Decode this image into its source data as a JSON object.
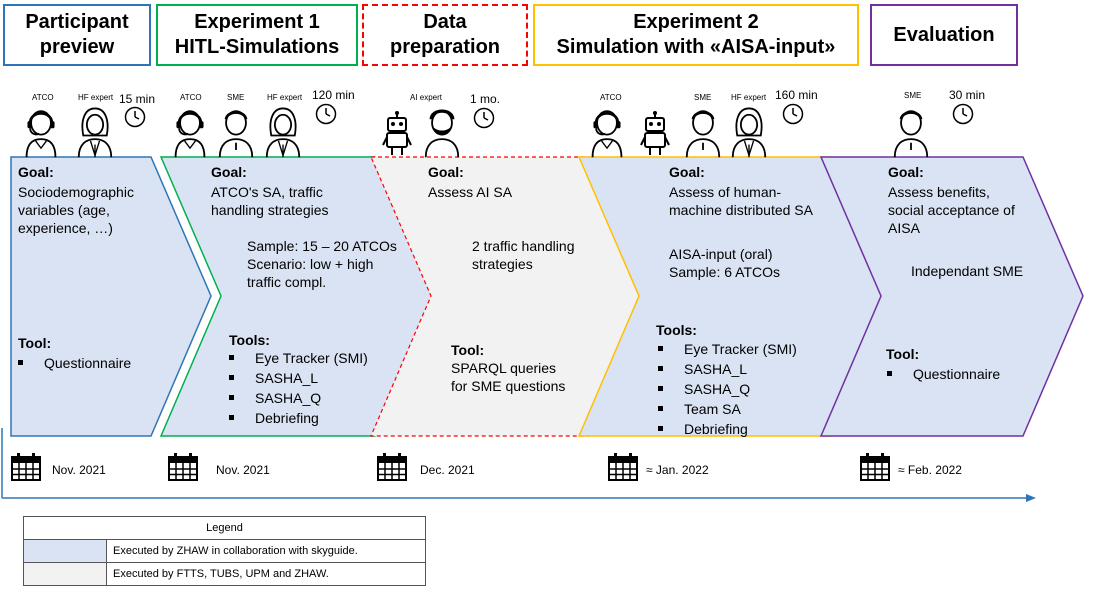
{
  "phases": [
    {
      "title": "Participant\npreview",
      "color": "#2e75b6"
    },
    {
      "title": "Experiment 1\nHITL-Simulations",
      "color": "#00b050"
    },
    {
      "title": "Data\npreparation",
      "color": "#ff0000"
    },
    {
      "title": "Experiment 2\nSimulation with «AISA-input»",
      "color": "#ffc000"
    },
    {
      "title": "Evaluation",
      "color": "#7030a0"
    }
  ],
  "roles": {
    "p1_atco": "ATCO",
    "p1_hf": "HF expert",
    "p1_dur": "15 min",
    "p2_atco": "ATCO",
    "p2_sme": "SME",
    "p2_hf": "HF expert",
    "p2_dur": "120 min",
    "p3_ai": "AI expert",
    "p3_dur": "1 mo.",
    "p4_atco": "ATCO",
    "p4_sme": "SME",
    "p4_hf": "HF expert",
    "p4_dur": "160 min",
    "p5_sme": "SME",
    "p5_dur": "30 min"
  },
  "boxes": {
    "b1": {
      "goal_label": "Goal:",
      "goal": "Sociodemographic\nvariables (age,\nexperience, …)",
      "tool_label": "Tool:",
      "tools": [
        "Questionnaire"
      ]
    },
    "b2": {
      "goal_label": "Goal:",
      "goal": "ATCO's SA, traffic\nhandling strategies",
      "detail": "Sample: 15 – 20 ATCOs\nScenario: low + high\ntraffic compl.",
      "tool_label": "Tools:",
      "tools": [
        "Eye Tracker (SMI)",
        "SASHA_L",
        "SASHA_Q",
        "Debriefing"
      ]
    },
    "b3": {
      "goal_label": "Goal:",
      "goal": "Assess AI SA",
      "detail": "2 traffic handling\nstrategies",
      "tool_label": "Tool:",
      "tool_text": "SPARQL queries\nfor SME questions"
    },
    "b4": {
      "goal_label": "Goal:",
      "goal": "Assess of human-\nmachine distributed SA",
      "detail": "AISA-input (oral)\nSample: 6 ATCOs",
      "tool_label": "Tools:",
      "tools": [
        "Eye Tracker (SMI)",
        "SASHA_L",
        "SASHA_Q",
        "Team SA",
        "Debriefing"
      ]
    },
    "b5": {
      "goal_label": "Goal:",
      "goal": "Assess benefits,\nsocial acceptance of\nAISA",
      "detail": "Independant SME",
      "tool_label": "Tool:",
      "tools": [
        "Questionnaire"
      ]
    }
  },
  "dates": [
    "Nov. 2021",
    "Nov. 2021",
    "Dec. 2021",
    "≈ Jan. 2022",
    "≈ Feb. 2022"
  ],
  "legend": {
    "title": "Legend",
    "rows": [
      {
        "text": "Executed by ZHAW in collaboration with skyguide.",
        "color": "#dae3f3"
      },
      {
        "text": "Executed by FTTS, TUBS, UPM and ZHAW.",
        "color": "#f2f2f2"
      }
    ]
  },
  "colors": {
    "blue_fill": "#dae3f3",
    "grey_fill": "#f2f2f2",
    "timeline": "#2e75b6"
  }
}
